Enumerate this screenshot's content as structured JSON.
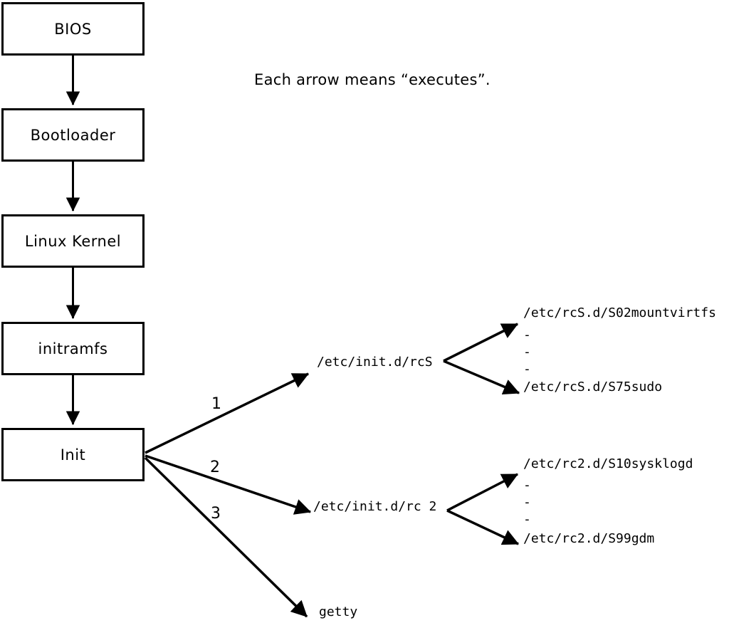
{
  "caption": "Each arrow means “executes”.",
  "boxes": [
    {
      "label": "BIOS"
    },
    {
      "label": "Bootloader"
    },
    {
      "label": "Linux Kernel"
    },
    {
      "label": "initramfs"
    },
    {
      "label": "Init"
    }
  ],
  "arrow_labels": [
    "1",
    "2",
    "3"
  ],
  "scripts": {
    "rcS": "/etc/init.d/rcS",
    "rc2": "/etc/init.d/rc 2",
    "getty": "getty"
  },
  "rcS_targets": {
    "first": "/etc/rcS.d/S02mountvirtfs",
    "dashes": [
      "-",
      "-",
      "-"
    ],
    "last": "/etc/rcS.d/S75sudo"
  },
  "rc2_targets": {
    "first": "/etc/rc2.d/S10sysklogd",
    "dashes": [
      "-",
      "-",
      "-"
    ],
    "last": "/etc/rc2.d/S99gdm"
  },
  "colors": {
    "stroke": "#000000",
    "background": "#ffffff"
  }
}
